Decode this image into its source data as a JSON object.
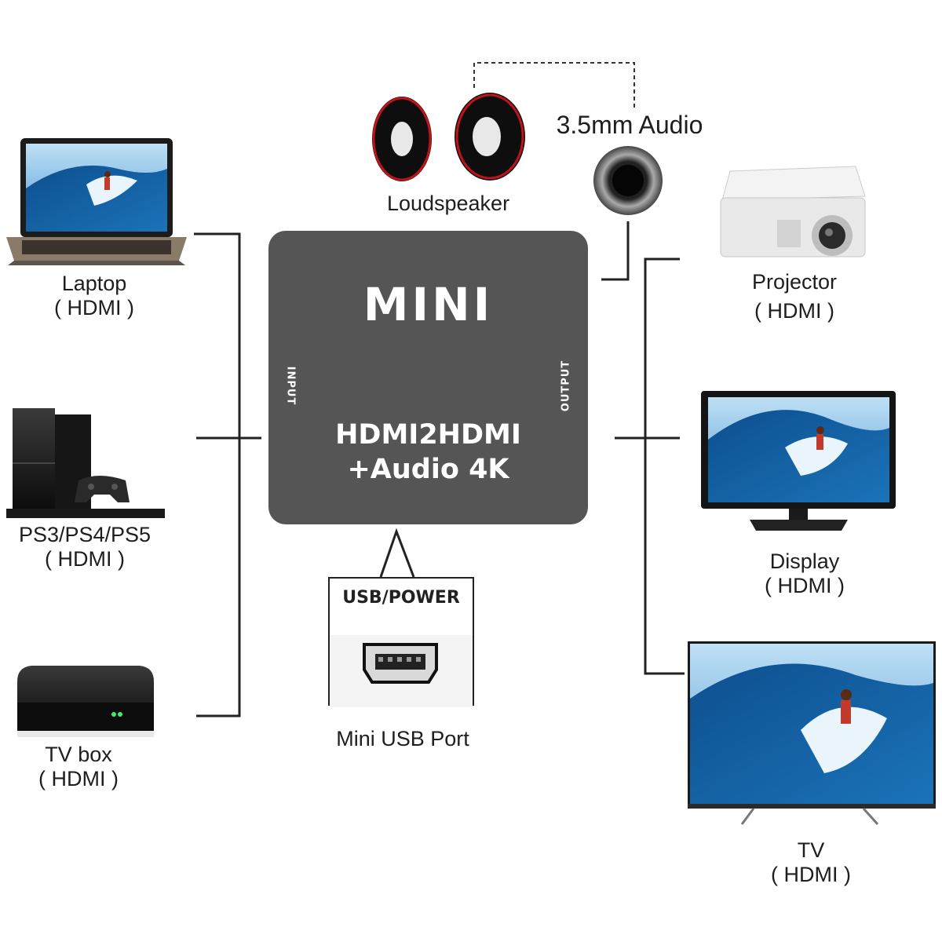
{
  "device": {
    "brand": "MINI",
    "model_line1": "HDMI2HDMI",
    "model_line2": "+Audio 4K",
    "input_label": "INPUT",
    "output_label": "OUTPUT"
  },
  "inputs": [
    {
      "name": "Laptop",
      "sub": "( HDMI )",
      "icon": "laptop-icon"
    },
    {
      "name": "PS3/PS4/PS5",
      "sub": "( HDMI )",
      "icon": "game-console-icon"
    },
    {
      "name": "TV box",
      "sub": "( HDMI )",
      "icon": "tv-box-icon"
    }
  ],
  "outputs": [
    {
      "name": "Projector",
      "sub": "( HDMI )",
      "icon": "projector-icon"
    },
    {
      "name": "Display",
      "sub": "( HDMI )",
      "icon": "monitor-icon"
    },
    {
      "name": "TV",
      "sub": "( HDMI )",
      "icon": "tv-icon"
    }
  ],
  "audio": {
    "speaker_label": "Loudspeaker",
    "jack_label": "3.5mm Audio"
  },
  "usb": {
    "card_title": "USB/POWER",
    "caption": "Mini USB Port"
  },
  "colors": {
    "device_body": "#555555",
    "lines": "#222222",
    "speaker_accent": "#c0121b",
    "screen_sky": "#3b86c8"
  }
}
